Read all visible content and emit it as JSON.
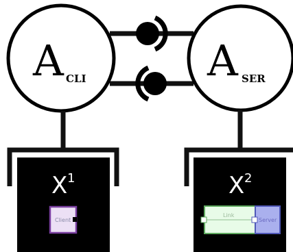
{
  "nodes": {
    "cli": {
      "letter": "A",
      "subscript": "CLI"
    },
    "ser": {
      "letter": "A",
      "subscript": "SER"
    }
  },
  "boxes": {
    "left": {
      "letter": "X",
      "superscript": "1",
      "component_label": "Client"
    },
    "right": {
      "letter": "X",
      "superscript": "2",
      "link_label": "Link",
      "component_label": "Server"
    }
  },
  "colors": {
    "line": "#111111",
    "box_fill": "#000000",
    "client_fill": "#ece0f5",
    "client_border": "#7a3fa0",
    "link_fill": "#e8fbe8",
    "link_border": "#5faa5f",
    "server_fill": "#aab0ee",
    "server_border": "#5058b8"
  }
}
